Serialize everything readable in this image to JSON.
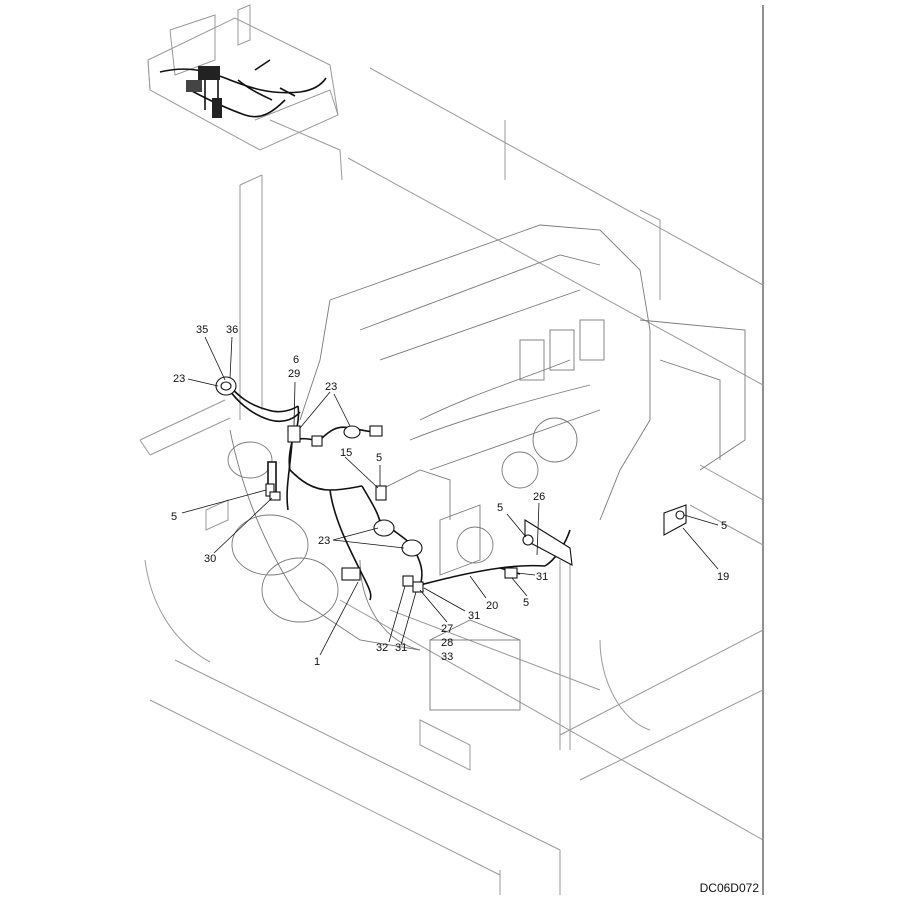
{
  "drawing_code": "DC06D072",
  "callouts": [
    {
      "id": "c35",
      "text": "35"
    },
    {
      "id": "c36",
      "text": "36"
    },
    {
      "id": "c6",
      "text": "6"
    },
    {
      "id": "c29",
      "text": "29"
    },
    {
      "id": "c23a",
      "text": "23"
    },
    {
      "id": "c23b",
      "text": "23"
    },
    {
      "id": "c15",
      "text": "15"
    },
    {
      "id": "c5a",
      "text": "5"
    },
    {
      "id": "c5b",
      "text": "5"
    },
    {
      "id": "c30",
      "text": "30"
    },
    {
      "id": "c23c",
      "text": "23"
    },
    {
      "id": "c1",
      "text": "1"
    },
    {
      "id": "c32",
      "text": "32"
    },
    {
      "id": "c31a",
      "text": "31"
    },
    {
      "id": "c27",
      "text": "27"
    },
    {
      "id": "c28",
      "text": "28"
    },
    {
      "id": "c33",
      "text": "33"
    },
    {
      "id": "c31b",
      "text": "31"
    },
    {
      "id": "c20",
      "text": "20"
    },
    {
      "id": "c5c",
      "text": "5"
    },
    {
      "id": "c31c",
      "text": "31"
    },
    {
      "id": "c26",
      "text": "26"
    },
    {
      "id": "c5d",
      "text": "5"
    },
    {
      "id": "c5e",
      "text": "5"
    },
    {
      "id": "c19",
      "text": "19"
    }
  ]
}
